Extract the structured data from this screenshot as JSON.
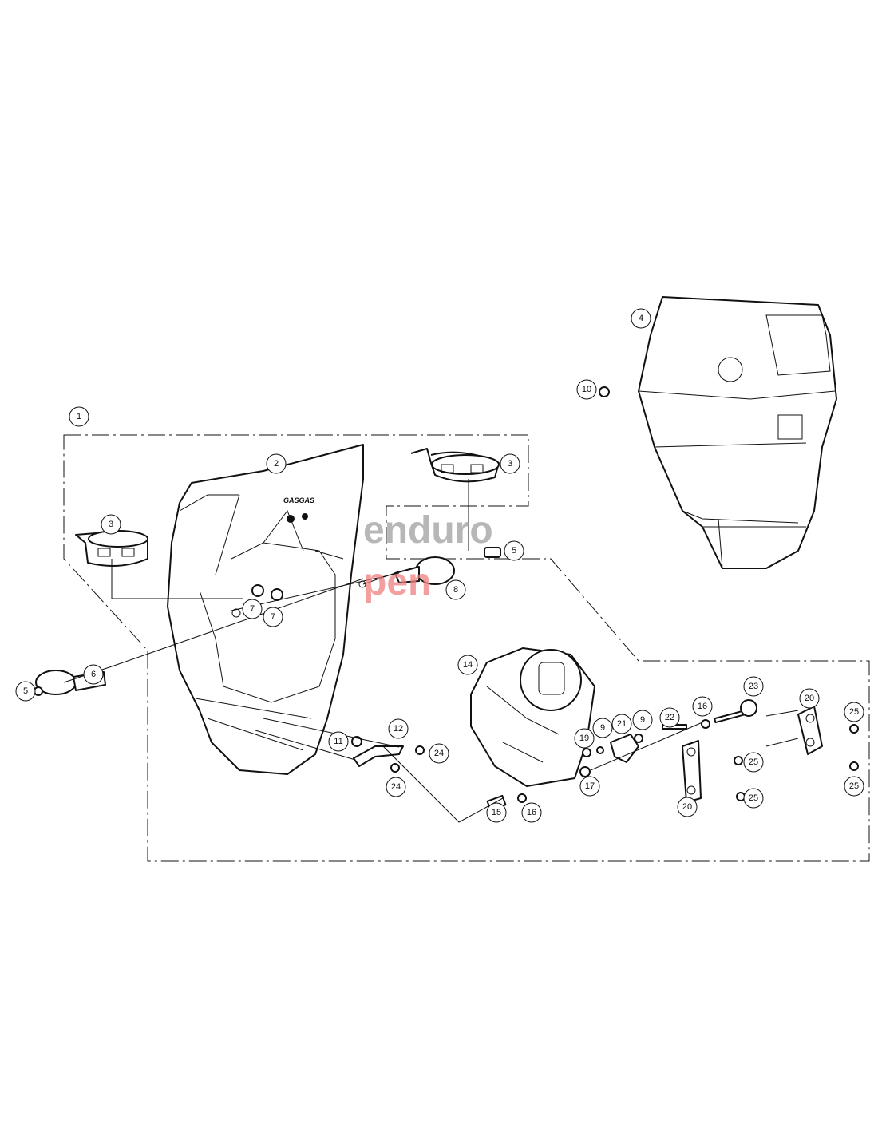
{
  "diagram": {
    "callouts": [
      "1",
      "2",
      "3",
      "3",
      "4",
      "10",
      "5",
      "8",
      "7",
      "7",
      "5",
      "6",
      "14",
      "23",
      "20",
      "25",
      "16",
      "22",
      "9",
      "9",
      "21",
      "19",
      "25",
      "25",
      "17",
      "20",
      "25",
      "16",
      "15",
      "12",
      "11",
      "24",
      "24"
    ],
    "part_logo_text": "GASGAS",
    "watermark": {
      "part1": "enduro",
      "part2": "pen"
    }
  }
}
